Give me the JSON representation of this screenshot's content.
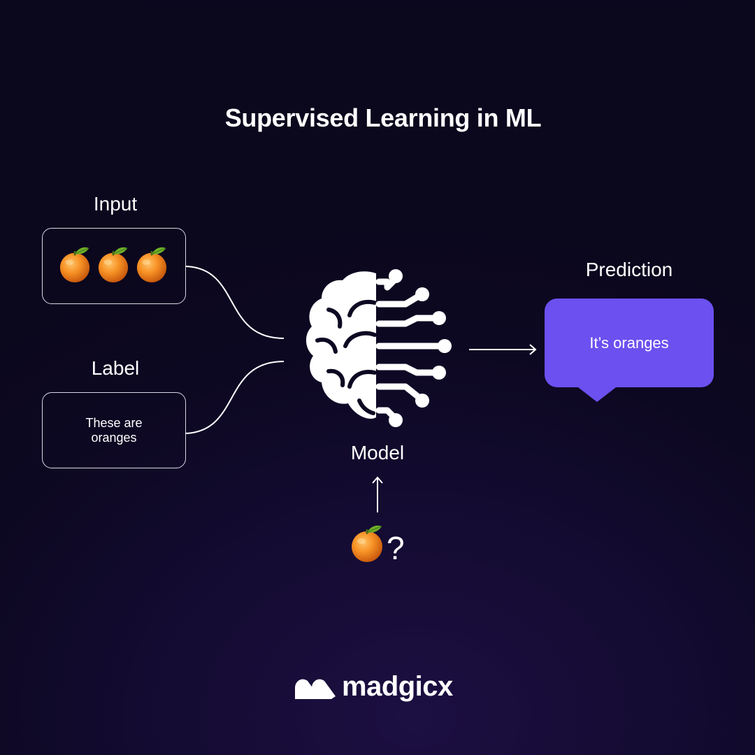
{
  "title": "Supervised Learning in ML",
  "input": {
    "heading": "Input",
    "items": [
      "orange-fruit-icon",
      "orange-fruit-icon",
      "orange-fruit-icon"
    ]
  },
  "label": {
    "heading": "Label",
    "text": "These are oranges"
  },
  "model": {
    "heading": "Model",
    "icon": "brain-circuit-icon"
  },
  "prediction": {
    "heading": "Prediction",
    "text": "It’s oranges"
  },
  "query": {
    "icon": "orange-fruit-icon",
    "mark": "?"
  },
  "brand": {
    "name": "madgicx",
    "icon": "madgicx-logo-icon"
  },
  "colors": {
    "background": "#0d0822",
    "accent": "#6c50f0",
    "stroke": "#ffffff",
    "fruit": "#f28a1c",
    "leaf": "#6fae2a"
  }
}
